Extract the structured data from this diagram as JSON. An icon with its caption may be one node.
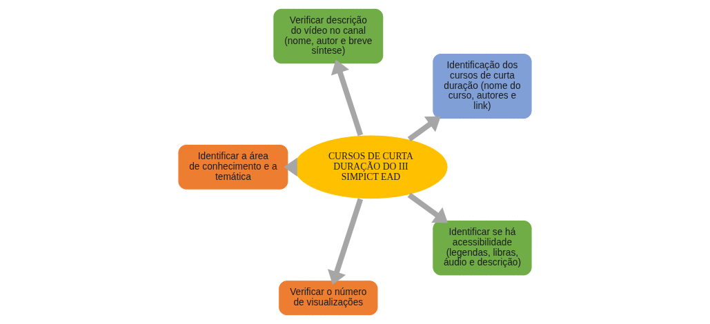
{
  "diagram": {
    "nodes": [
      {
        "text": [
          "Identificação dos cursos de curta duração (nome do curso, autores e link)"
        ]
      },
      {
        "text": [
          "Verificar descrição do vídeo no canal (nome, autor e breve síntese)"
        ]
      },
      {
        "text": [
          "Identificar a área de conhecimento e a temática"
        ]
      },
      {
        "text": [
          "Verificar o número de visualizações"
        ]
      },
      {
        "text": [
          "CURSOS DE CURTA DURAÇÃO DO III SIMPICT EAD"
        ]
      },
      {
        "text": [
          "Identificar se há acessibilidade (legendas, libras, áudio e descrição)"
        ]
      }
    ],
    "edges": [
      {
        "from": 4,
        "to": 0,
        "arrow": "to"
      },
      {
        "from": 4,
        "to": 1,
        "arrow": "to"
      },
      {
        "from": 4,
        "to": 2,
        "arrow": "to"
      },
      {
        "from": 4,
        "to": 3,
        "arrow": "to"
      },
      {
        "from": 4,
        "to": 5,
        "arrow": "to"
      }
    ]
  }
}
